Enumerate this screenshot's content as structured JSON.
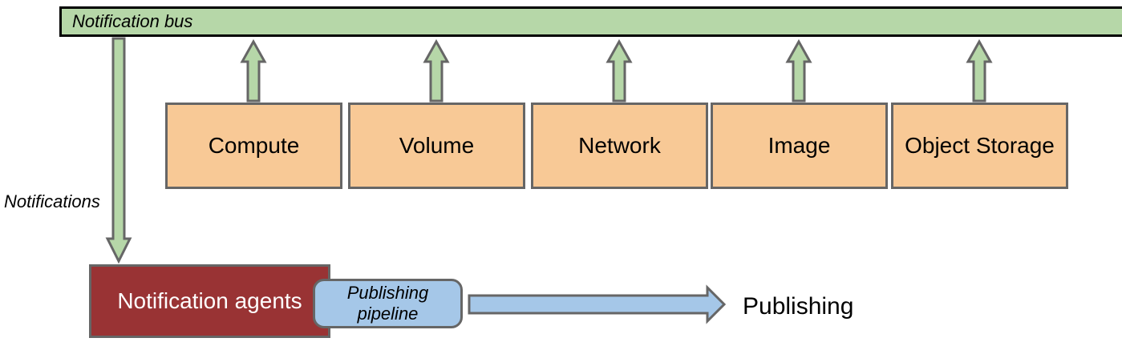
{
  "colors": {
    "bus_fill": "#b6d7a8",
    "bus_border": "#000000",
    "arrow_fill": "#b6d7a8",
    "arrow_border": "#666666",
    "service_fill": "#f8c996",
    "service_border": "#666666",
    "agents_fill": "#993334",
    "agents_border": "#666666",
    "agents_text": "#ffffff",
    "pipeline_fill": "#a5c7e8",
    "pipeline_border": "#666666",
    "text_color": "#000000"
  },
  "bus": {
    "label": "Notification bus"
  },
  "services": [
    {
      "label": "Compute"
    },
    {
      "label": "Volume"
    },
    {
      "label": "Network"
    },
    {
      "label": "Image"
    },
    {
      "label": "Object Storage"
    }
  ],
  "notifications_label": "Notifications",
  "agents": {
    "label": "Notification agents"
  },
  "pipeline": {
    "label_line1": "Publishing",
    "label_line2": "pipeline"
  },
  "publishing_label": "Publishing"
}
